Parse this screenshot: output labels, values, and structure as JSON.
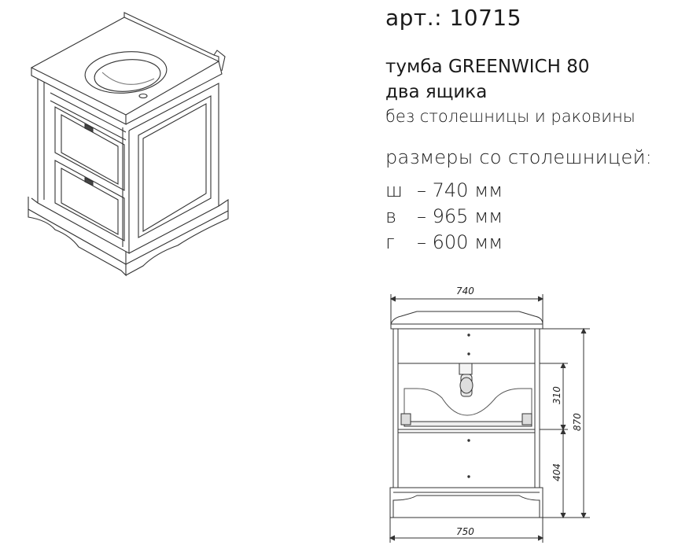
{
  "article": "арт.: 10715",
  "product": {
    "title": "тумба  GREENWICH 80",
    "subtitle": "два ящика",
    "note": "без столешницы и раковины"
  },
  "dimensions": {
    "heading": "размеры со столешницей:",
    "rows": [
      {
        "key": "ш",
        "value": "– 740 мм"
      },
      {
        "key": "в",
        "value": "– 965 мм"
      },
      {
        "key": "г",
        "value": "– 600 мм"
      }
    ]
  },
  "drawing": {
    "top_width": "740",
    "bottom_width": "750",
    "total_height": "870",
    "upper_section": "310",
    "lower_section": "404"
  }
}
